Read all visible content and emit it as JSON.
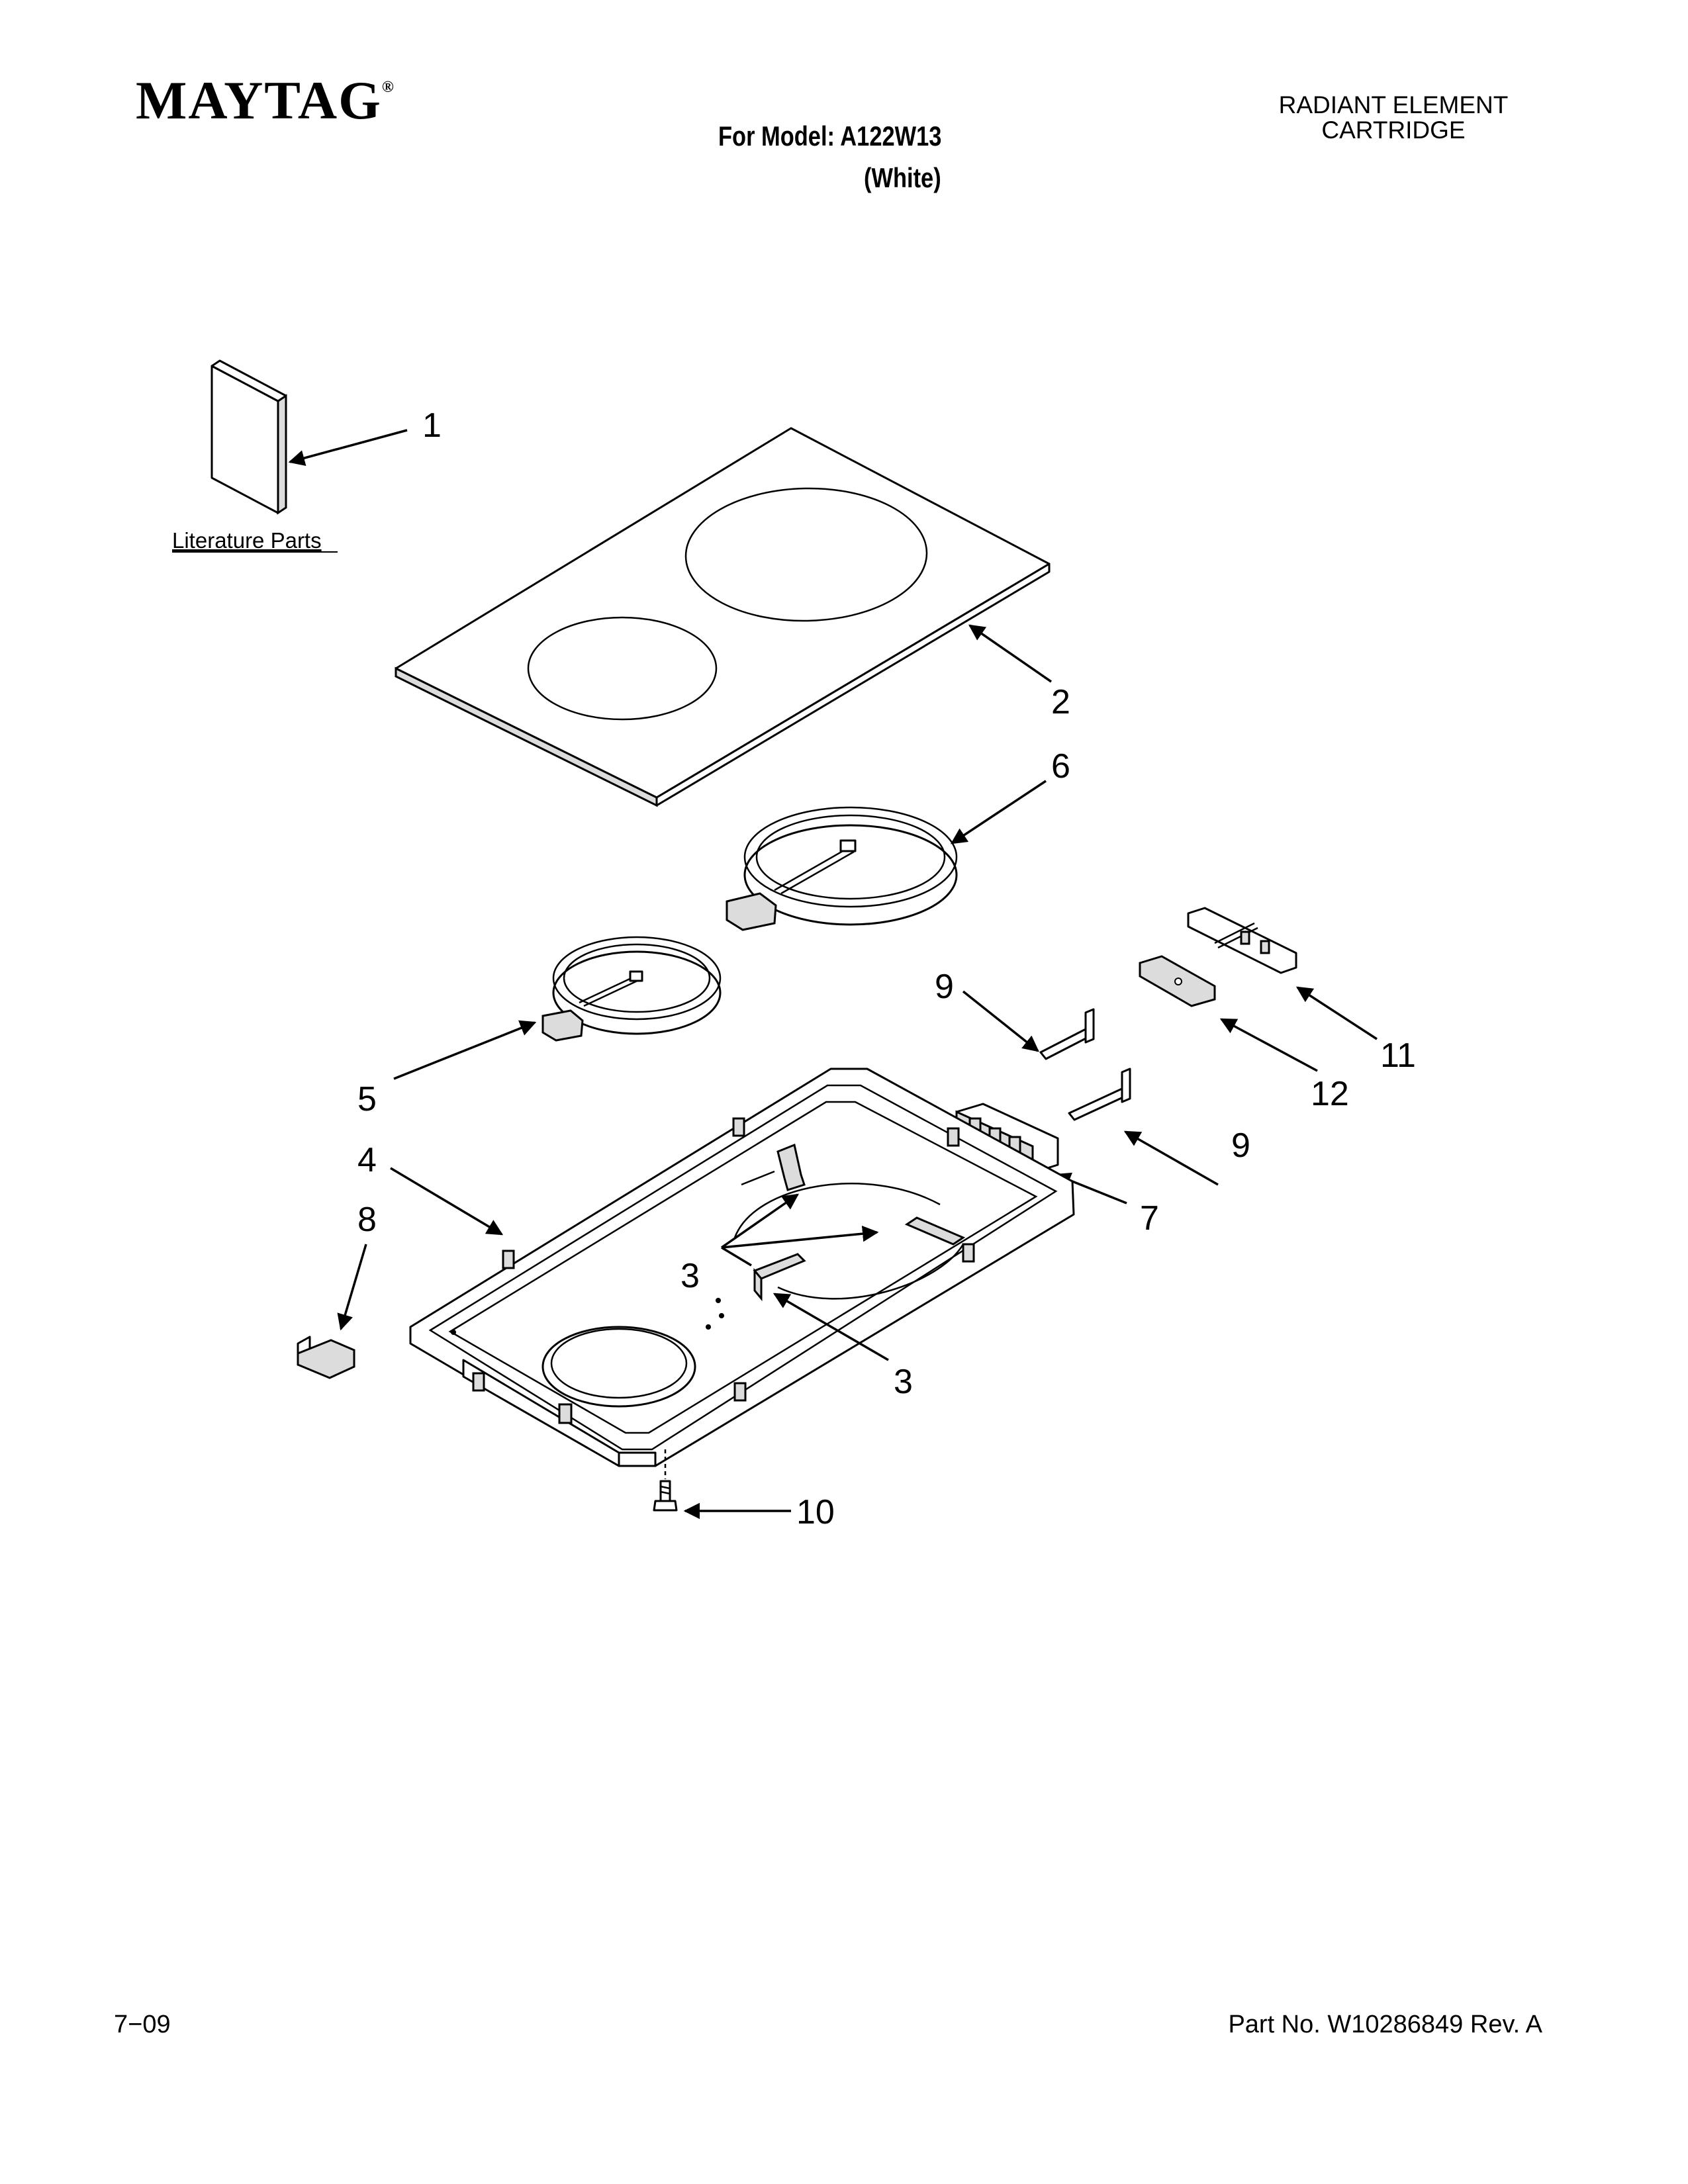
{
  "header": {
    "brand": "MAYTAG",
    "brand_mark": "®",
    "model_line": "For Model: A122W13",
    "model_color": "(White)",
    "section_title_line1": "RADIANT ELEMENT",
    "section_title_line2": "CARTRIDGE"
  },
  "diagram": {
    "literature_label": "Literature Parts",
    "callouts": [
      "1",
      "2",
      "6",
      "9",
      "11",
      "5",
      "12",
      "9",
      "4",
      "7",
      "8",
      "3",
      "3",
      "10"
    ]
  },
  "footer": {
    "date": "7−09",
    "part_number": "Part No. W10286849 Rev. A"
  }
}
